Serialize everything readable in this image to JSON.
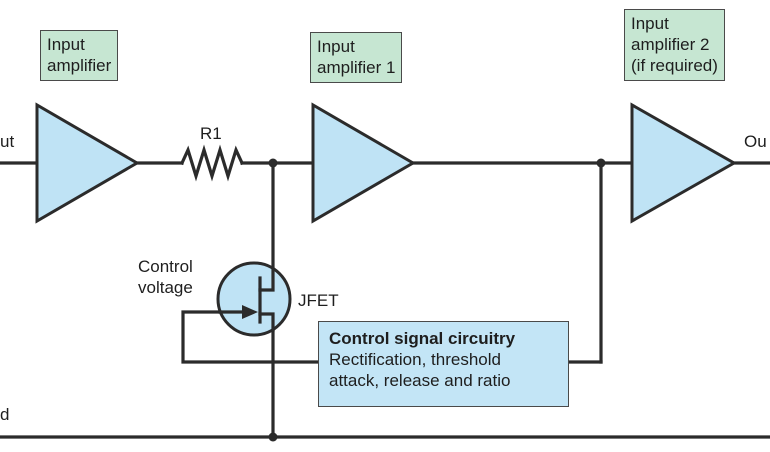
{
  "labels": {
    "input_edge": "ut",
    "output_edge": "Ou",
    "ground_edge": "d",
    "r1": "R1",
    "jfet": "JFET",
    "control_voltage": [
      "Control",
      "voltage"
    ]
  },
  "boxes": {
    "input_amplifier": [
      "Input",
      "amplifier"
    ],
    "input_amplifier_1": [
      "Input",
      "amplifier 1"
    ],
    "input_amplifier_2": [
      "Input",
      "amplifier 2",
      "(if required)"
    ],
    "control_signal": {
      "title": "Control signal circuitry",
      "lines": [
        "Rectification, threshold",
        "attack, release and ratio"
      ]
    }
  },
  "colors": {
    "amplifier_fill": "#bfe3f5",
    "label_box_fill": "#c6e6d2",
    "control_box_fill": "#c3e5f6",
    "wire": "#2b2b2b"
  }
}
